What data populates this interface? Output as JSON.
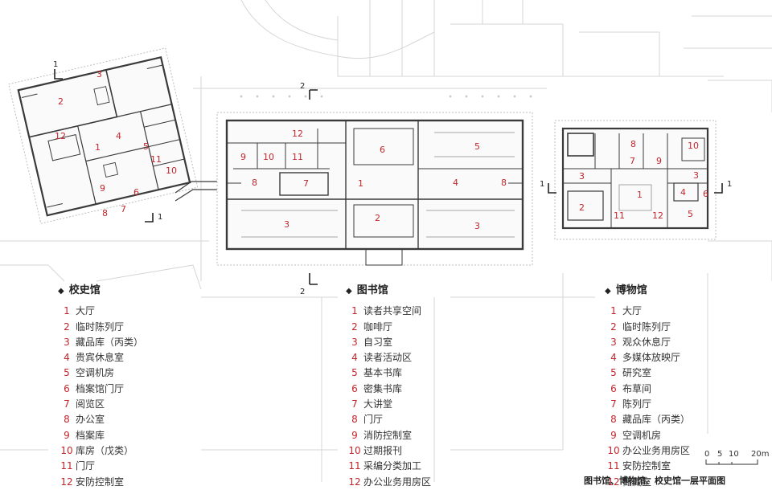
{
  "plan": {
    "section_marks": [
      "1",
      "1",
      "1",
      "1",
      "2",
      "2"
    ],
    "xiaoshiguan_rooms": [
      "1",
      "2",
      "3",
      "4",
      "5",
      "6",
      "7",
      "8",
      "9",
      "10",
      "11",
      "12"
    ],
    "tushuguan_rooms": [
      "1",
      "2",
      "3",
      "3",
      "4",
      "5",
      "6",
      "7",
      "8",
      "8",
      "12",
      "10",
      "11",
      "9"
    ],
    "bowuguan_rooms": [
      "1",
      "2",
      "3",
      "3",
      "4",
      "5",
      "6",
      "7",
      "8",
      "9",
      "10",
      "11",
      "12"
    ]
  },
  "legends": {
    "xiaoshiguan": {
      "title": "校史馆",
      "items": [
        {
          "num": "1",
          "label": "大厅"
        },
        {
          "num": "2",
          "label": "临时陈列厅"
        },
        {
          "num": "3",
          "label": "藏品库（丙类）"
        },
        {
          "num": "4",
          "label": "贵宾休息室"
        },
        {
          "num": "5",
          "label": "空调机房"
        },
        {
          "num": "6",
          "label": "档案馆门厅"
        },
        {
          "num": "7",
          "label": "阅览区"
        },
        {
          "num": "8",
          "label": "办公室"
        },
        {
          "num": "9",
          "label": "档案库"
        },
        {
          "num": "10",
          "label": "库房（戊类）"
        },
        {
          "num": "11",
          "label": "门厅"
        },
        {
          "num": "12",
          "label": "安防控制室"
        }
      ]
    },
    "tushuguan": {
      "title": "图书馆",
      "items": [
        {
          "num": "1",
          "label": "读者共享空间"
        },
        {
          "num": "2",
          "label": "咖啡厅"
        },
        {
          "num": "3",
          "label": "自习室"
        },
        {
          "num": "4",
          "label": "读者活动区"
        },
        {
          "num": "5",
          "label": "基本书库"
        },
        {
          "num": "6",
          "label": "密集书库"
        },
        {
          "num": "7",
          "label": "大讲堂"
        },
        {
          "num": "8",
          "label": "门厅"
        },
        {
          "num": "9",
          "label": "消防控制室"
        },
        {
          "num": "10",
          "label": "过期报刊"
        },
        {
          "num": "11",
          "label": "采编分类加工"
        },
        {
          "num": "12",
          "label": "办公业务用房区"
        }
      ]
    },
    "bowuguan": {
      "title": "博物馆",
      "items": [
        {
          "num": "1",
          "label": "大厅"
        },
        {
          "num": "2",
          "label": "临时陈列厅"
        },
        {
          "num": "3",
          "label": "观众休息厅"
        },
        {
          "num": "4",
          "label": "多媒体放映厅"
        },
        {
          "num": "5",
          "label": "研究室"
        },
        {
          "num": "6",
          "label": "布草间"
        },
        {
          "num": "7",
          "label": "陈列厅"
        },
        {
          "num": "8",
          "label": "藏品库（丙类）"
        },
        {
          "num": "9",
          "label": "空调机房"
        },
        {
          "num": "10",
          "label": "办公业务用房区"
        },
        {
          "num": "11",
          "label": "安防控制室"
        },
        {
          "num": "12",
          "label": "储藏室"
        }
      ]
    }
  },
  "scale": {
    "ticks": [
      "0",
      "5",
      "10",
      "20m"
    ]
  },
  "caption": "图书馆、博物馆、校史馆一层平面图",
  "colors": {
    "room_number": "#c0272d",
    "wall": "#3a3a3a",
    "context": "#d2d2d2"
  }
}
